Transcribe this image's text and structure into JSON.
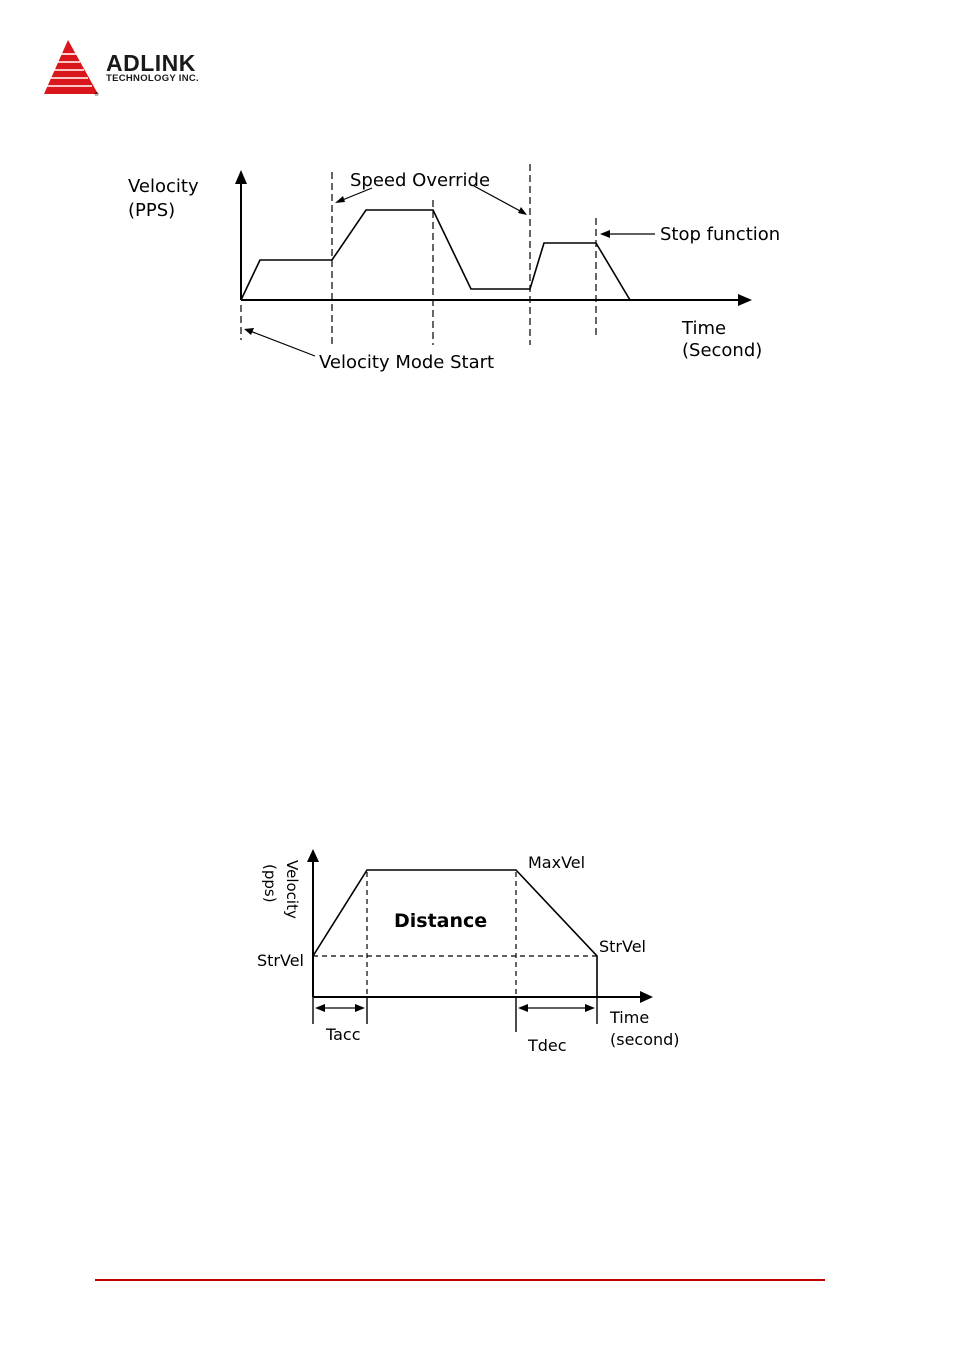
{
  "header": {
    "brand_name": "ADLINK",
    "brand_sub": "TECHNOLOGY INC.",
    "registered": "®",
    "accent_color": "#d9161c"
  },
  "figure1": {
    "y_label_line1": "Velocity",
    "y_label_line2": "(PPS)",
    "x_label_line1": "Time",
    "x_label_line2": "(Second)",
    "annotation_speed_override": "Speed Override",
    "annotation_stop_function": "Stop function",
    "annotation_velocity_mode_start": "Velocity Mode Start"
  },
  "figure2": {
    "y_label_line1": "Velocity",
    "y_label_line2": "(pps)",
    "x_label_line1": "Time",
    "x_label_line2": "(second)",
    "label_maxvel": "MaxVel",
    "label_strvel_left": "StrVel",
    "label_strvel_right": "StrVel",
    "label_distance": "Distance",
    "label_tacc": "Tacc",
    "label_tdec": "Tdec"
  },
  "footer": {
    "rule_color": "#c00000"
  }
}
